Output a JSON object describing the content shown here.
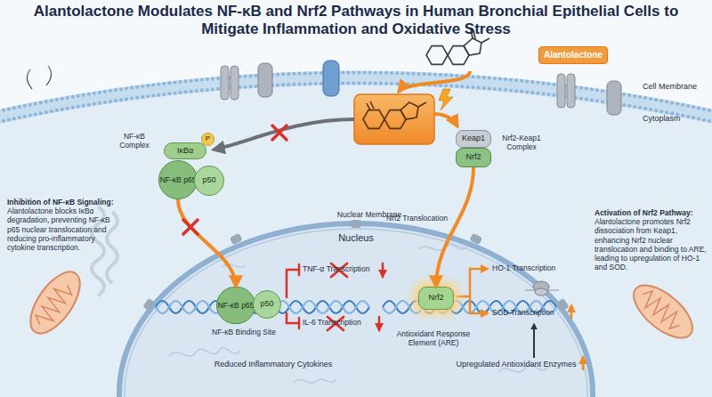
{
  "diagram": {
    "title": "Alantolactone Modulates NF-κB and Nrf2 Pathways in Human Bronchial Epithelial Cells to Mitigate Inflammation and Oxidative Stress",
    "nodes": [
      {
        "text": [
          "Alantolactone"
        ]
      },
      {
        "text": [
          "IκBα"
        ]
      },
      {
        "text": [
          "P"
        ]
      },
      {
        "text": [
          "NF-κB p65"
        ]
      },
      {
        "text": [
          "p50"
        ]
      },
      {
        "text": [
          "Keap1"
        ]
      },
      {
        "text": [
          "Nrf2"
        ]
      },
      {
        "text": [
          "Nucleus"
        ]
      },
      {
        "text": [
          "NF-κB p65"
        ],
        "in": 7
      },
      {
        "text": [
          "p50"
        ],
        "in": 7
      },
      {
        "text": [
          "Nrf2"
        ],
        "in": 7
      }
    ],
    "edges": [
      {
        "from": 3,
        "to": 8,
        "arrow": "to"
      },
      {
        "from": 6,
        "to": 10,
        "arrow": "to",
        "label": "Nrf2 Translocation"
      }
    ],
    "labels": [
      "Cell Membrane",
      "Cytoplasm",
      "NF-κB Complex",
      "Nrf2-Keap1 Complex",
      "Nuclear Membrane",
      "Inhibition of NF-κB Signaling:",
      "Alantolactone blocks IκBα degradation, preventing NF-κB p65 nuclear translocation and reducing pro-inflammatory cytokine transcription.",
      "Activation of Nrf2 Pathway:",
      "Alantolactone promotes Nrf2 dissociation from Keap1, enhancing Nrf2 nuclear translocation and binding to ARE, leading to upregulation of HO-1 and SOD.",
      "NF-κB Binding Site",
      "TNF-α Transcription",
      "IL-6 Transcription",
      "Reduced Inflammatory Cytokines",
      "Antioxidant Response Element (ARE)",
      "HO-1 Transcription",
      "SOD Transcription",
      "Upregulated Antioxidant Enzymes"
    ]
  }
}
